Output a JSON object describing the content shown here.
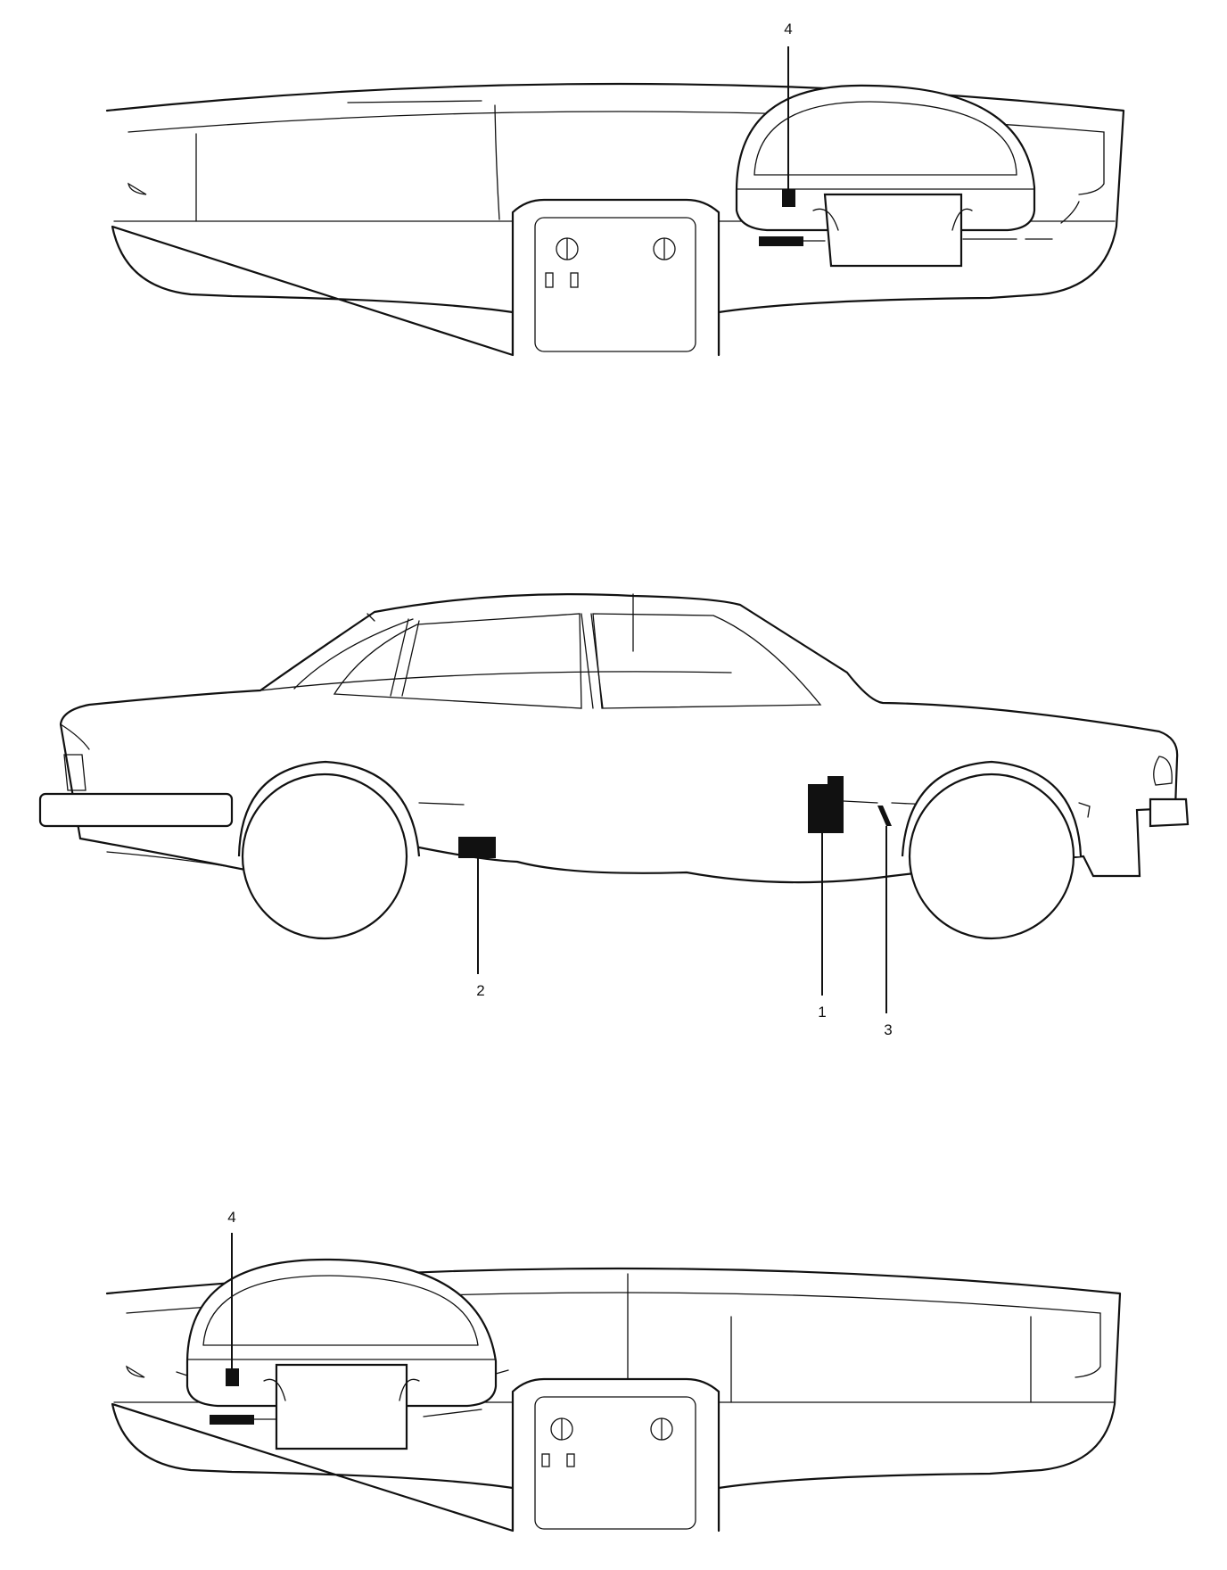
{
  "callouts": {
    "top_dash": "4",
    "car_sill": "2",
    "car_front_module": "1",
    "car_front_small": "3",
    "bottom_dash": "4"
  }
}
